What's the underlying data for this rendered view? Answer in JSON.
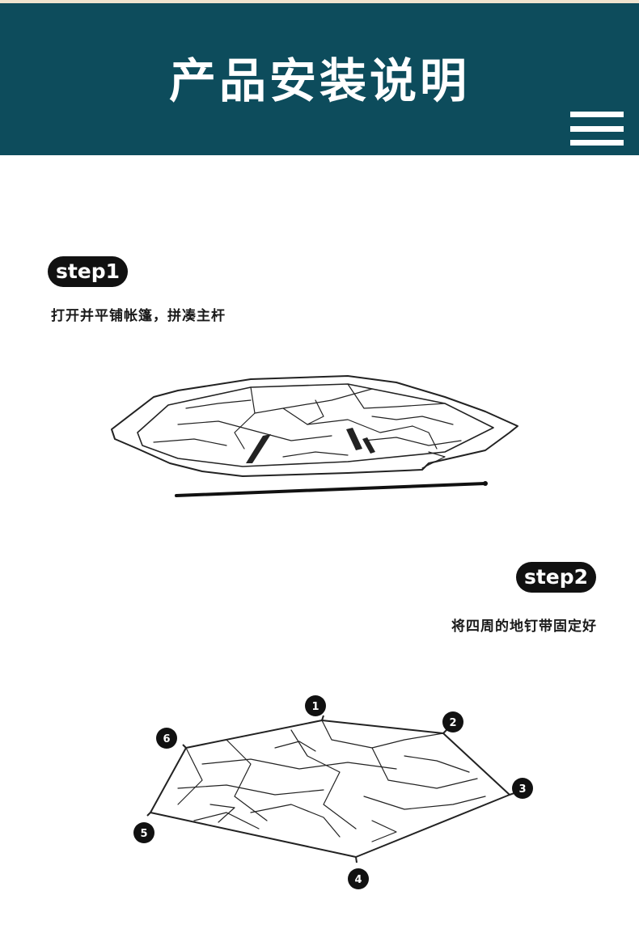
{
  "header": {
    "title": "产品安装说明"
  },
  "steps": [
    {
      "badge": "step1",
      "description": "打开并平铺帐篷，拼凑主杆"
    },
    {
      "badge": "step2",
      "description": "将四周的地钉带固定好",
      "corner_numbers": [
        "1",
        "2",
        "3",
        "4",
        "5",
        "6"
      ]
    }
  ],
  "colors": {
    "header_bg": "#0d4c5c",
    "top_strip": "#efe4cf",
    "badge_bg": "#111111"
  }
}
